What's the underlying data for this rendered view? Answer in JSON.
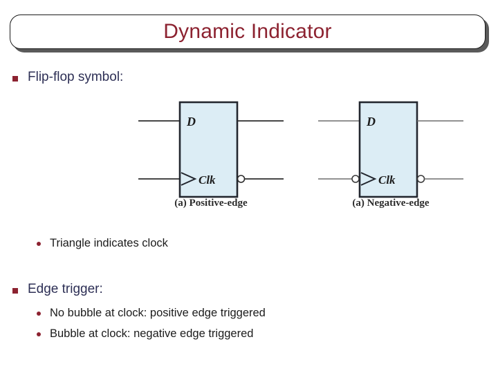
{
  "slide": {
    "title": "Dynamic Indicator",
    "title_color": "#8c2230",
    "background": "#ffffff"
  },
  "bullets": {
    "level1": [
      {
        "id": "flip-flop",
        "label": "Flip-flop symbol:",
        "color": "#2d2f55",
        "marker": "square-bullet"
      },
      {
        "id": "edge-trigger",
        "label": "Edge trigger:",
        "color": "#2d2f55",
        "marker": "square-bullet"
      }
    ],
    "level2": [
      {
        "id": "triangle",
        "label": "Triangle indicates clock",
        "color": "#1b1b1b",
        "marker": "round-bullet"
      },
      {
        "id": "no-bubble",
        "label": "No bubble at clock: positive edge triggered",
        "color": "#1b1b1b",
        "marker": "round-bullet"
      },
      {
        "id": "bubble",
        "label": "Bubble at clock: negative edge triggered",
        "color": "#1b1b1b",
        "marker": "round-bullet"
      }
    ]
  },
  "figures": [
    {
      "id": "positive-edge",
      "caption": "(a) Positive-edge",
      "data_label": "D",
      "clock_label": "Clk",
      "clock_bubble": false,
      "output_bubble": true,
      "box_fill": "#dcedf5",
      "box_border": "#22262e"
    },
    {
      "id": "negative-edge",
      "caption": "(a) Negative-edge",
      "data_label": "D",
      "clock_label": "Clk",
      "clock_bubble": true,
      "output_bubble": true,
      "box_fill": "#dcedf5",
      "box_border": "#22262e"
    }
  ]
}
